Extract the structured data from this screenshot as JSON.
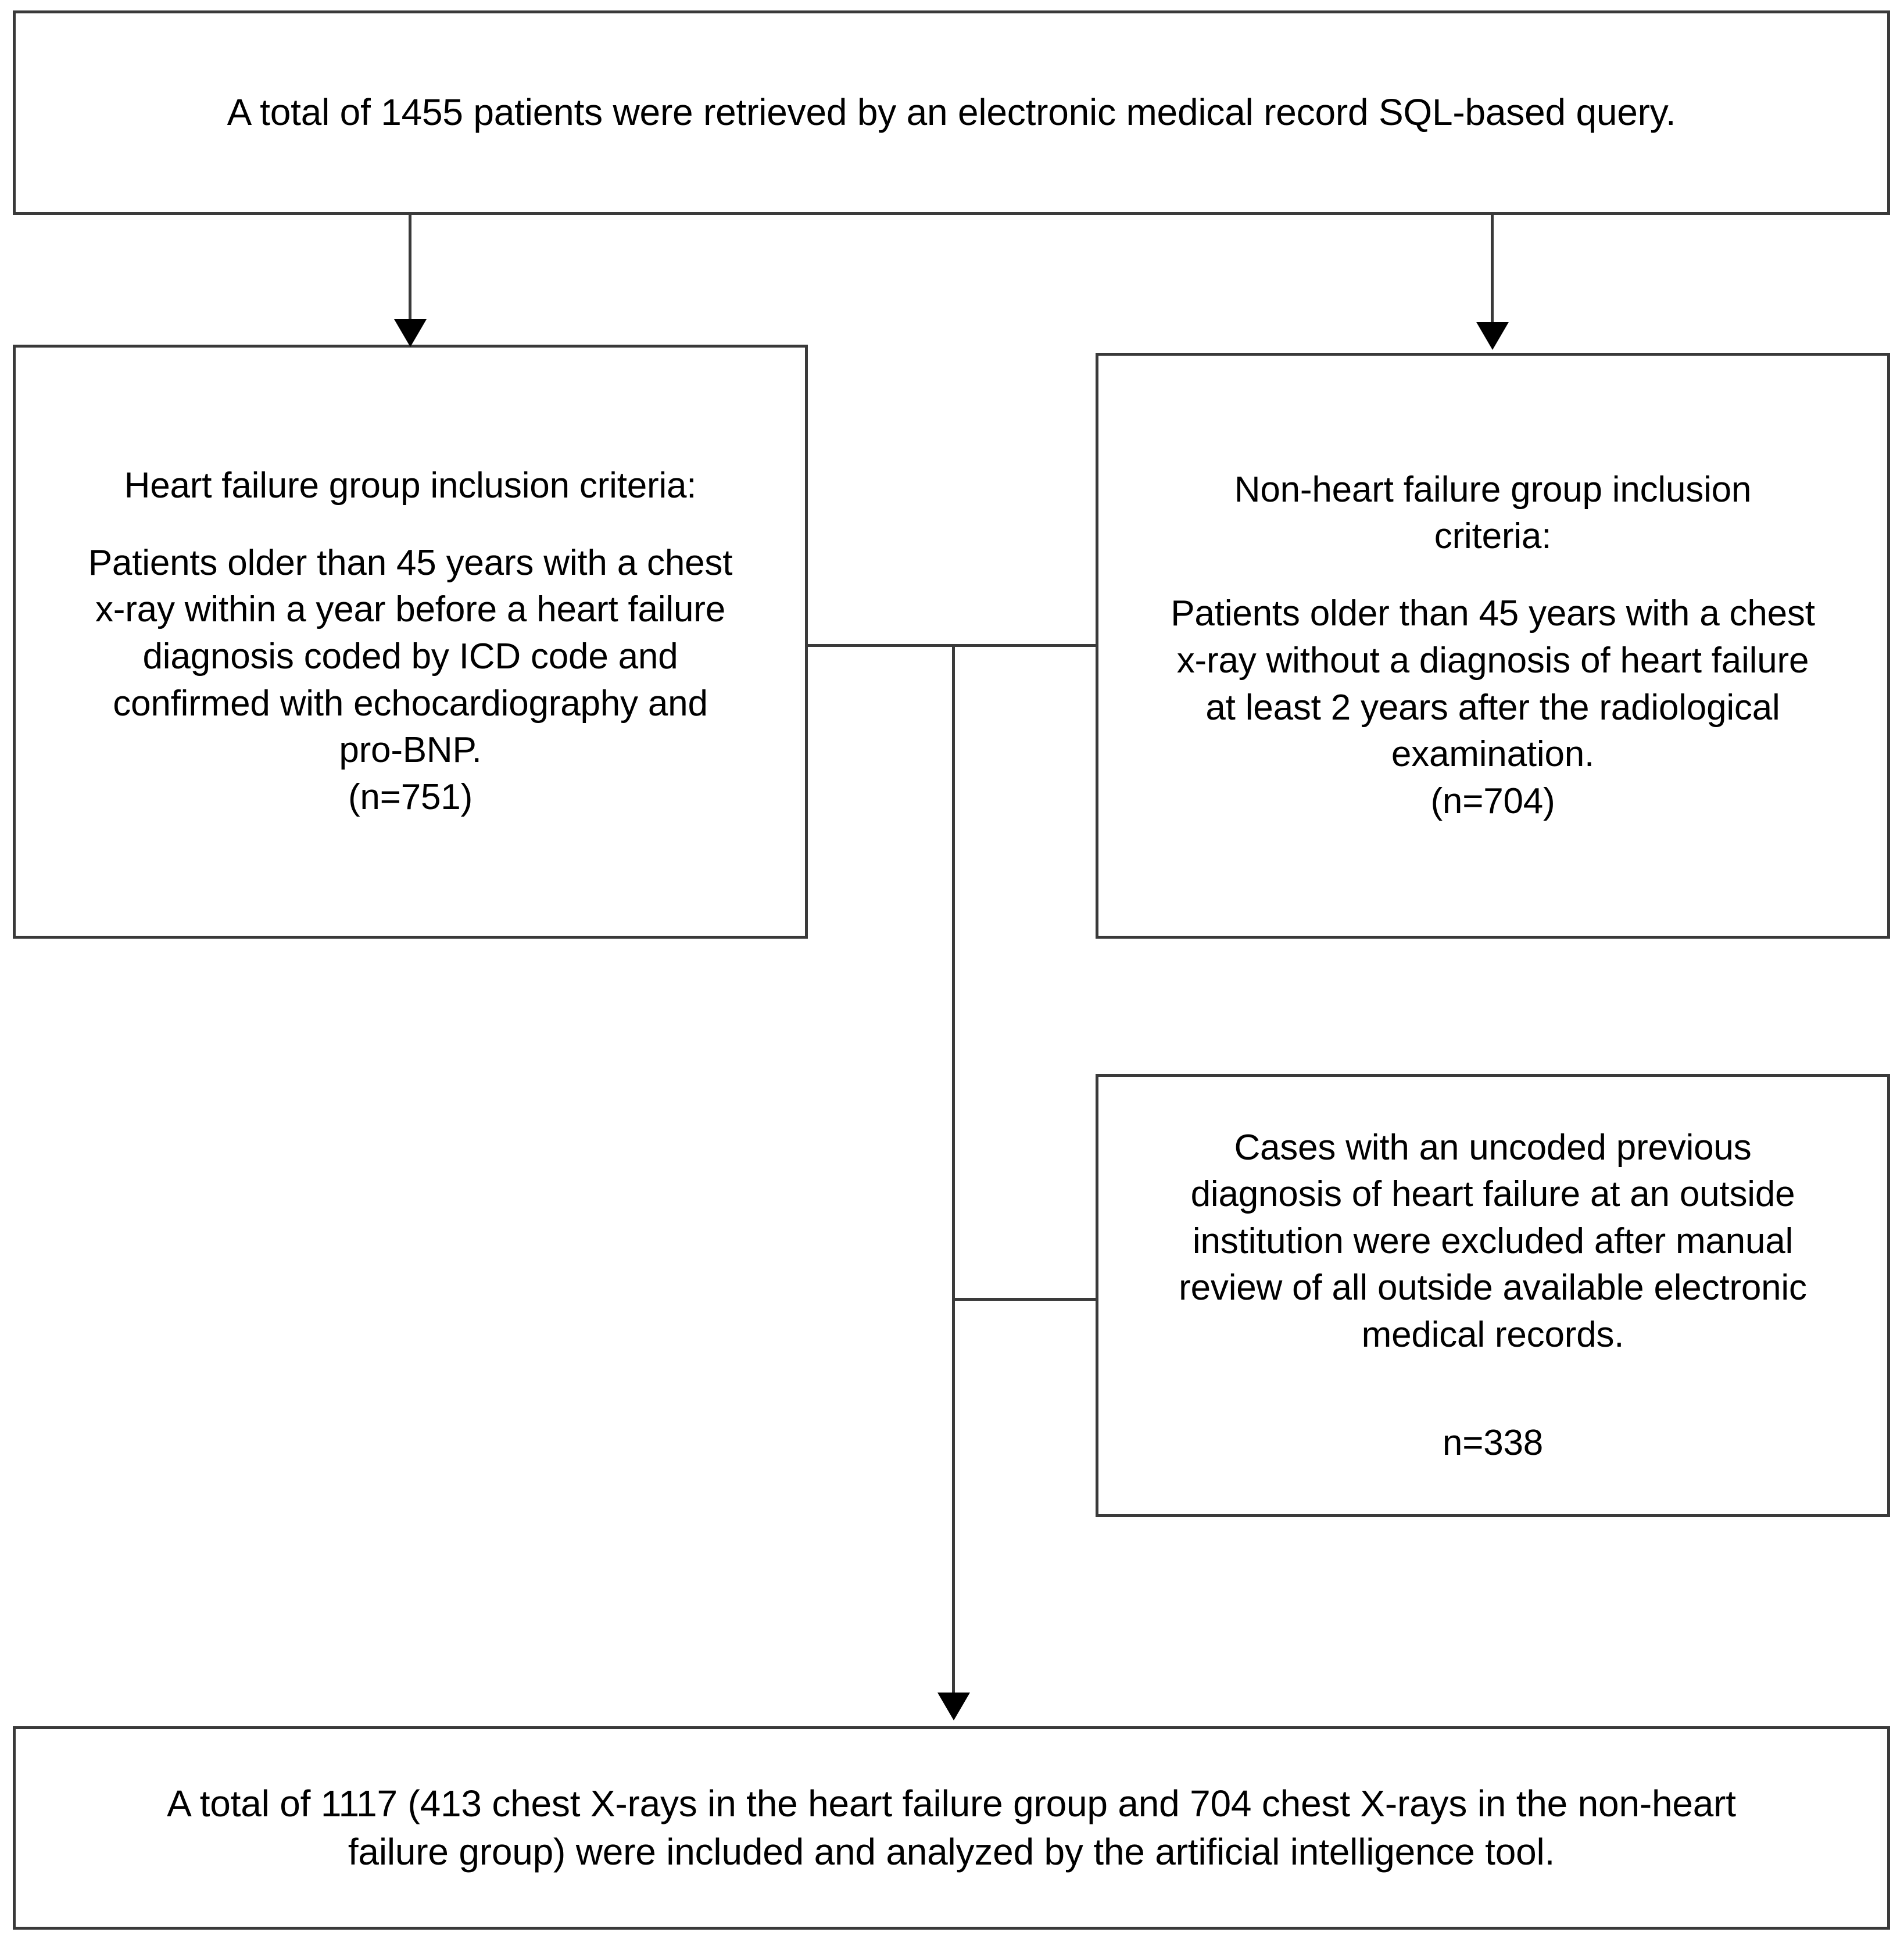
{
  "diagram": {
    "type": "study-flowchart",
    "title": "Patient selection flow diagram",
    "colors": {
      "box_border": "#3a3a3a",
      "connector": "#3a3a3a",
      "arrowhead": "#000000",
      "background": "#ffffff",
      "text": "#000000"
    },
    "nodes": [
      {
        "id": "total-retrieved",
        "role": "source",
        "lines": [
          "A total of 1455 patients were retrieved by an electronic medical record SQL-based query."
        ],
        "counts": {
          "total_retrieved": 1455
        }
      },
      {
        "id": "hf-inclusion",
        "role": "group-inclusion",
        "lines": [
          "Heart failure group inclusion criteria:",
          "",
          "Patients older than 45 years with a chest",
          "x-ray within a year before a heart failure",
          "diagnosis coded by ICD code and",
          "confirmed with echocardiography and",
          "pro-BNP.",
          "(n=751)"
        ],
        "counts": {
          "n": 751
        }
      },
      {
        "id": "nonhf-inclusion",
        "role": "group-inclusion",
        "lines": [
          "Non-heart failure group inclusion",
          "criteria:",
          "",
          "Patients older than 45 years with a chest",
          "x-ray without a diagnosis of heart failure",
          "at least 2 years after the radiological",
          "examination.",
          "(n=704)"
        ],
        "counts": {
          "n": 704
        }
      },
      {
        "id": "excluded",
        "role": "exclusion",
        "lines": [
          "Cases with an uncoded previous",
          "diagnosis of heart failure at an outside",
          "institution were excluded after manual",
          "review of all outside available electronic",
          "medical records.",
          "",
          "n=338"
        ],
        "counts": {
          "n": 338
        }
      },
      {
        "id": "final-cohort",
        "role": "result",
        "lines": [
          "A total of 1117 (413 chest X-rays in the heart failure group and 704 chest X-rays in the non-heart",
          "failure group) were included and analyzed by the artificial intelligence tool."
        ],
        "counts": {
          "total_included": 1117,
          "heart_failure_xrays": 413,
          "non_heart_failure_xrays": 704
        }
      }
    ],
    "edges": [
      {
        "id": "top-to-hf",
        "from": "total-retrieved",
        "to": "hf-inclusion",
        "arrow": true
      },
      {
        "id": "top-to-nonhf",
        "from": "total-retrieved",
        "to": "nonhf-inclusion",
        "arrow": true
      },
      {
        "id": "inclusion-bridge",
        "from": "hf-inclusion",
        "to": "nonhf-inclusion",
        "arrow": false
      },
      {
        "id": "trunk-to-excluded",
        "from": "inclusion-bridge",
        "to": "excluded",
        "arrow": false
      },
      {
        "id": "trunk-to-final",
        "from": "inclusion-bridge",
        "to": "final-cohort",
        "arrow": true
      }
    ]
  },
  "nodes_text": {
    "total_retrieved": {
      "l0": "A total of 1455 patients were retrieved by an electronic medical record SQL-based query."
    },
    "hf_inclusion": {
      "l0": "Heart failure group inclusion criteria:",
      "l1": "Patients older than 45 years with a chest",
      "l2": "x-ray within a year before a heart failure",
      "l3": "diagnosis coded by ICD code and",
      "l4": "confirmed with echocardiography and",
      "l5": "pro-BNP.",
      "l6": "(n=751)"
    },
    "nonhf_inclusion": {
      "l0": "Non-heart failure group inclusion",
      "l1": "criteria:",
      "l2": "Patients older than 45 years with a chest",
      "l3": "x-ray without a diagnosis of heart failure",
      "l4": "at least 2 years after the radiological",
      "l5": "examination.",
      "l6": "(n=704)"
    },
    "excluded": {
      "l0": "Cases with an uncoded previous",
      "l1": "diagnosis of heart failure at an outside",
      "l2": "institution were excluded after manual",
      "l3": "review of all outside available electronic",
      "l4": "medical records.",
      "l5": "n=338"
    },
    "final_cohort": {
      "l0": "A total of 1117 (413 chest X-rays in the heart failure group and 704 chest X-rays in the non-heart",
      "l1": "failure group) were included and analyzed by the artificial intelligence tool."
    }
  }
}
